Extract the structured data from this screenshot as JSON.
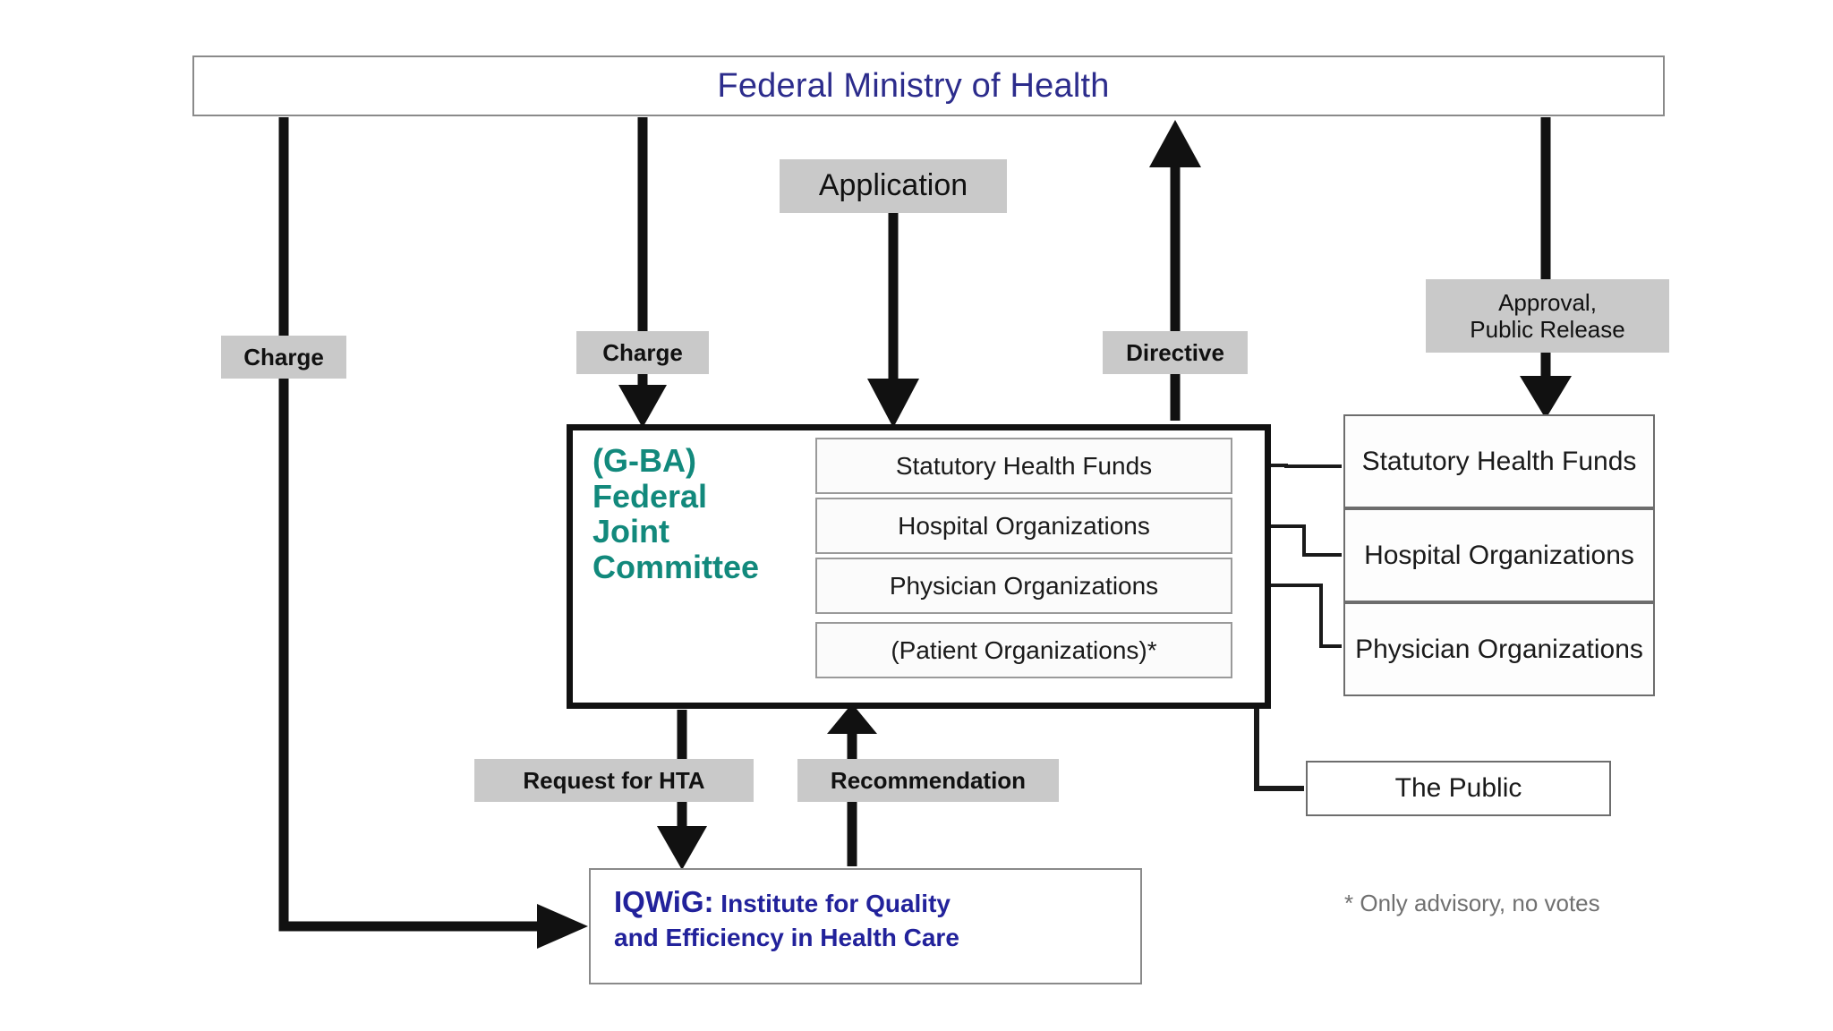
{
  "diagram": {
    "title_node": {
      "label": "Federal Ministry of Health"
    },
    "gba": {
      "acronym_line": "(G-BA)",
      "name_lines": [
        "Federal",
        "Joint",
        "Committee"
      ],
      "full_label": "(G-BA) Federal Joint Committee",
      "members": [
        {
          "label": "Statutory Health Funds"
        },
        {
          "label": "Hospital Organizations"
        },
        {
          "label": "Physician Organizations"
        },
        {
          "label": "(Patient Organizations)*"
        }
      ]
    },
    "stakeholders": [
      {
        "label": "Statutory Health Funds"
      },
      {
        "label": "Hospital Organizations"
      },
      {
        "label": "Physician Organizations"
      }
    ],
    "public": {
      "label": "The Public"
    },
    "iqwig": {
      "acronym": "IQWiG:",
      "line1_rest": " Institute for Quality",
      "line2": "and Efficiency in Health Care",
      "full_label": "IQWiG: Institute for Quality and Efficiency in Health Care"
    },
    "edge_labels": {
      "charge_left": "Charge",
      "charge_mid": "Charge",
      "application": "Application",
      "directive": "Directive",
      "approval_line1": "Approval,",
      "approval_line2": "Public Release",
      "request_for_hta": "Request for HTA",
      "recommendation": "Recommendation"
    },
    "footnote": "* Only advisory, no votes",
    "colors": {
      "ministry_text": "#2c2c8c",
      "gba_text": "#12897c",
      "iqwig_text": "#22229b",
      "label_bg": "#c9c9c9",
      "connector": "#111111",
      "footnote_text": "#707070",
      "page_bg": "#ffffff"
    }
  }
}
